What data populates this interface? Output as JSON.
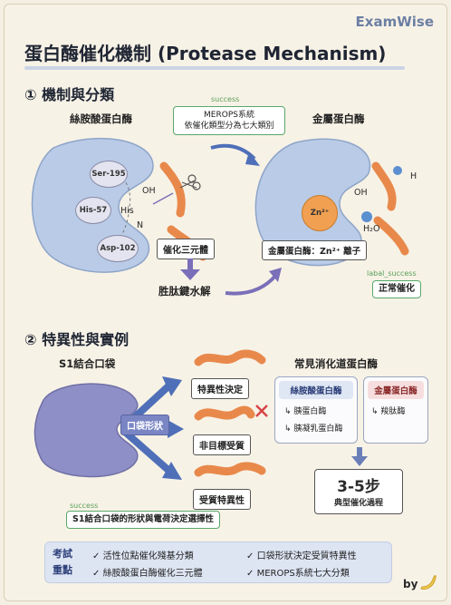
{
  "brand": "ExamWise",
  "title": "蛋白酶催化機制 (Protease Mechanism)",
  "section1": {
    "heading": "① 機制與分類",
    "serine_label": "絲胺酸蛋白酶",
    "metallo_label": "金屬蛋白酶",
    "merops_tag": "success",
    "merops_note_line1": "MEROPS系統",
    "merops_note_line2": "依催化類型分為七大類別",
    "residues": [
      "Ser-195",
      "His-57",
      "Asp-102"
    ],
    "oh_label": "OH",
    "his_label": "His",
    "n_label": "N",
    "triad_label": "催化三元體",
    "hydrolysis_label": "胜肽鍵水解",
    "zn_label": "Zn²⁺",
    "metallo_oh": "OH",
    "h_label": "H",
    "h2o_label": "H₂O",
    "metallo_ion_label": "金屬蛋白酶：Zn²⁺ 離子",
    "normal_tag": "labal_success",
    "normal_label": "正常催化"
  },
  "section2": {
    "heading": "② 特異性與實例",
    "s1_label": "S1結合口袋",
    "pocket_shape_label": "口袋形狀",
    "specificity_label": "特異性決定",
    "off_target_label": "非目標受質",
    "substrate_label": "受質特異性",
    "bottom_tag": "success",
    "bottom_note": "S1結合口袋的形狀與電荷決定選擇性",
    "common_title": "常見消化道蛋白酶",
    "serine_head": "絲胺酸蛋白酶",
    "serine_items": [
      "胰蛋白酶",
      "胰凝乳蛋白酶"
    ],
    "metallo_head": "金屬蛋白酶",
    "metallo_items": [
      "羧肽酶"
    ],
    "steps_value": "3-5步",
    "steps_caption": "典型催化過程"
  },
  "summary": {
    "label_line1": "考試",
    "label_line2": "重點",
    "items": [
      "活性位點催化殘基分類",
      "口袋形狀決定受質特異性",
      "絲胺酸蛋白酶催化三元體",
      "MEROPS系統七大分類"
    ],
    "check_glyph": "✓"
  },
  "by_label": "by",
  "colors": {
    "enzyme_blue": "#b9cbe6",
    "peptide_orange": "#e8894b",
    "zinc_orange": "#f0a050",
    "arrow_blue": "#4f6fb8",
    "arrow_purple": "#7a6fb8",
    "success_green": "#58a86a",
    "pocket_purple": "#8f8fc8"
  }
}
